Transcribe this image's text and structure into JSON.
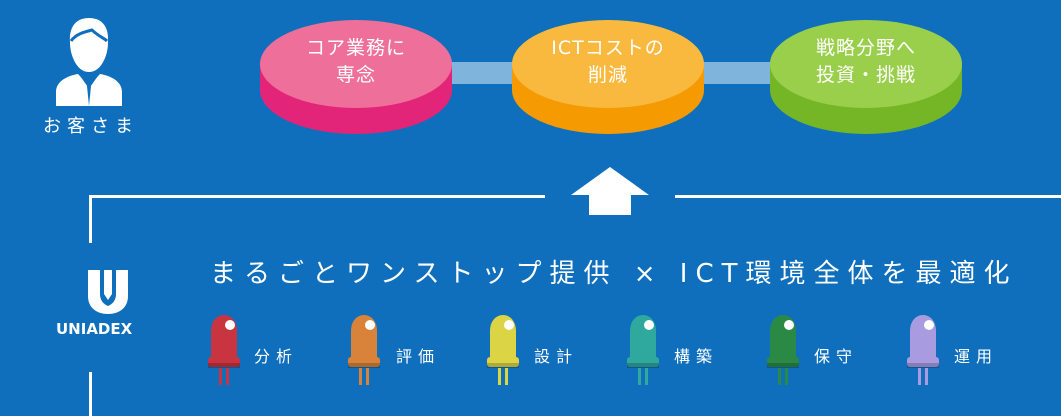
{
  "customer": {
    "label": "お客さま",
    "icon": "person-icon"
  },
  "benefits": [
    {
      "line1": "コア業務に",
      "line2": "専念",
      "top_color": "#ef6f9b",
      "side_color": "#e3257a"
    },
    {
      "line1": "ICTコストの",
      "line2": "削減",
      "top_color": "#f9b93f",
      "side_color": "#f59a00"
    },
    {
      "line1": "戦略分野へ",
      "line2": "投資・挑戦",
      "top_color": "#99cf4a",
      "side_color": "#74b625"
    }
  ],
  "connector_color": "#7fb4dd",
  "arrow_icon": "up-arrow-icon",
  "provider": {
    "logo_text": "UNIADEX",
    "logo_icon": "uniadex-logo-icon"
  },
  "headline": "まるごとワンストップ提供 × ICT環境全体を最適化",
  "steps": [
    {
      "label": "分析",
      "icon": "led-icon",
      "color": "#c8343f"
    },
    {
      "label": "評価",
      "icon": "led-icon",
      "color": "#d9823a"
    },
    {
      "label": "設計",
      "icon": "led-icon",
      "color": "#dbd444"
    },
    {
      "label": "構築",
      "icon": "led-icon",
      "color": "#2fa89e"
    },
    {
      "label": "保守",
      "icon": "led-icon",
      "color": "#2a8a45"
    },
    {
      "label": "運用",
      "icon": "led-icon",
      "color": "#a99be0"
    }
  ]
}
